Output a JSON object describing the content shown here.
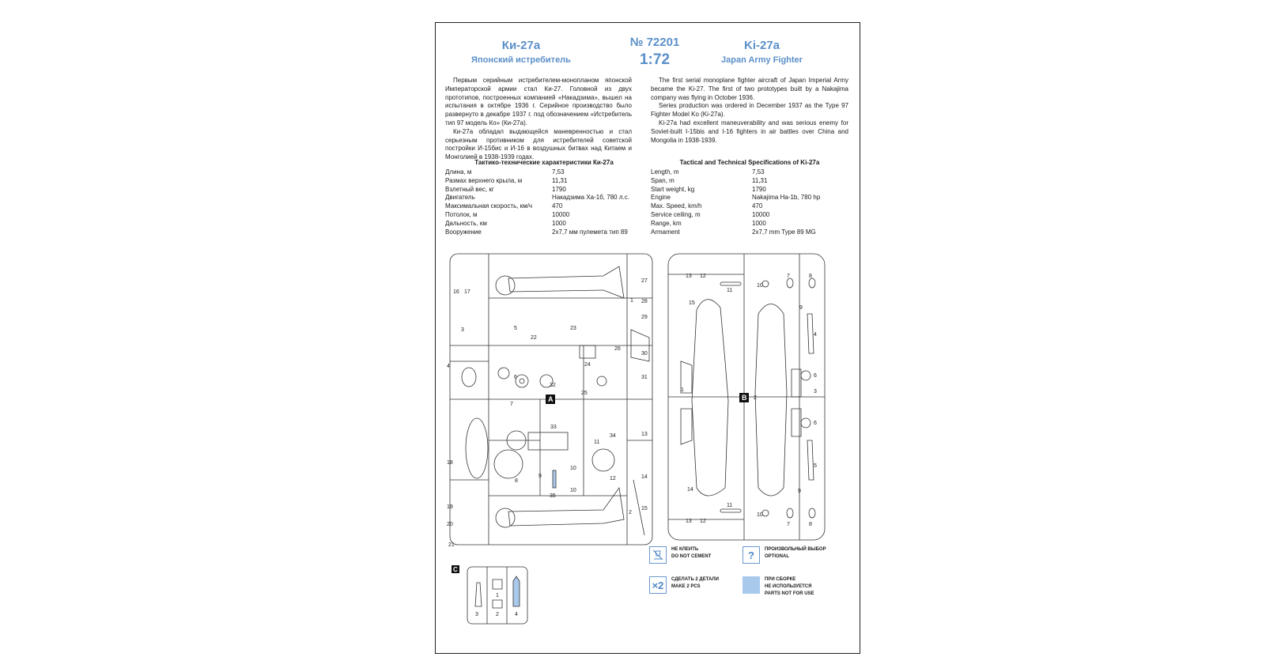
{
  "header": {
    "ru_title": "Ки-27а",
    "ru_subtitle": "Японский истребитель",
    "kit_number": "№ 72201",
    "scale": "1:72",
    "en_title": "Ki-27a",
    "en_subtitle": "Japan Army Fighter"
  },
  "text": {
    "ru_p1": "Первым серийным истребителем-монопланом японской Императорской армии стал Ки-27. Головной из двух прототипов, построенных компанией «Накадзима», вышел на испытания в октябре 1936 г. Серийное производство было развернуто в декабре 1937 г. под обозначением «Истребитель тип 97 модель Ко» (Ки-27а).",
    "ru_p2": "Ки-27а обладал выдающейся маневренностью и стал серьезным противником для истребителей советской постройки И-15бис и И-16 в воздушных битвах над Китаем и Монголией в 1938-1939 годах.",
    "en_p1": "The first serial monoplane fighter aircraft of Japan Imperial Army became the Ki-27. The first of two prototypes built by a Nakajima company was flying in October 1936.",
    "en_p2": "Series production was ordered in December 1937 as the Type 97 Fighter Model Ko (Ki-27a).",
    "en_p3": "Ki-27a had excellent maneuverability and was serious enemy for Soviet-built I-15bis and I-16 fighters in air battles over China and Mongolia in 1938-1939."
  },
  "specs_ru": {
    "title": "Тактико-технические характеристики Ки-27а",
    "rows": [
      {
        "label": "Длина, м",
        "value": "7,53"
      },
      {
        "label": "Размах верхнего крыла, м",
        "value": "11,31"
      },
      {
        "label": "Взлетный вес, кг",
        "value": "1790"
      },
      {
        "label": "Двигатель",
        "value": "Накадзима Ха-1б, 780 л.с."
      },
      {
        "label": "Максимальная скорость, км/ч",
        "value": "470"
      },
      {
        "label": "Потолок, м",
        "value": "10000"
      },
      {
        "label": "Дальность, км",
        "value": "1000"
      },
      {
        "label": "Вооружение",
        "value": "2х7,7 мм пулемета тип 89"
      }
    ]
  },
  "specs_en": {
    "title": "Tactical and Technical Specifications of Ki-27a",
    "rows": [
      {
        "label": "Length, m",
        "value": "7,53"
      },
      {
        "label": "Span, m",
        "value": "11,31"
      },
      {
        "label": "Start weight, kg",
        "value": "1790"
      },
      {
        "label": "Engine",
        "value": "Nakajima Ha-1b, 780 hp"
      },
      {
        "label": "Max. Speed, km/h",
        "value": "470"
      },
      {
        "label": "Service ceiling, m",
        "value": "10000"
      },
      {
        "label": "Range, km",
        "value": "1000"
      },
      {
        "label": "Armament",
        "value": "2x7,7 mm Type 89 MG"
      }
    ]
  },
  "sprues": {
    "a_label": "A",
    "b_label": "B",
    "c_label": "C",
    "a_parts": [
      "1",
      "2",
      "3",
      "4",
      "5",
      "6",
      "7",
      "8",
      "9",
      "10",
      "10",
      "11",
      "12",
      "13",
      "14",
      "15",
      "16",
      "17",
      "18",
      "19",
      "20",
      "21",
      "22",
      "23",
      "24",
      "25",
      "26",
      "27",
      "28",
      "29",
      "30",
      "31",
      "32",
      "33",
      "34",
      "35"
    ],
    "b_parts": [
      "1",
      "2",
      "3",
      "4",
      "5",
      "6",
      "6",
      "7",
      "7",
      "8",
      "8",
      "9",
      "9",
      "10",
      "10",
      "11",
      "11",
      "12",
      "12",
      "13",
      "13",
      "14",
      "15"
    ],
    "c_parts": [
      "1",
      "2",
      "3",
      "4"
    ]
  },
  "legend": {
    "no_cement_ru": "НЕ КЛЕИТЬ",
    "no_cement_en": "DO NOT CEMENT",
    "optional_icon": "?",
    "optional_ru": "ПРОИЗВОЛЬНЫЙ ВЫБОР",
    "optional_en": "OPTIONAL",
    "make2_icon": "×2",
    "make2_ru": "СДЕЛАТЬ 2 ДЕТАЛИ",
    "make2_en": "MAKE 2 PCS",
    "notuse_ru1": "ПРИ СБОРКЕ",
    "notuse_ru2": "НЕ ИСПОЛЬЗУЕТСЯ",
    "notuse_en": "PARTS NOT FOR USE"
  },
  "colors": {
    "accent": "#5b8fc9",
    "highlight_part": "#a9c9ec"
  }
}
